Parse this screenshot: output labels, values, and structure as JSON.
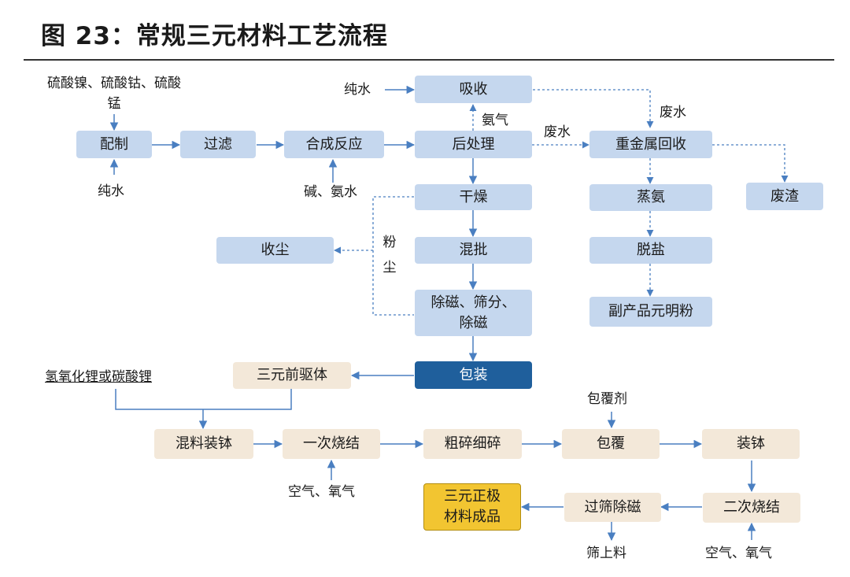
{
  "title": "图 23：常规三元材料工艺流程",
  "boxes": {
    "peizhi": "配制",
    "guolv": "过滤",
    "hecheng": "合成反应",
    "xishou": "吸收",
    "houchuli": "后处理",
    "zhongjinshu": "重金属回收",
    "feizha": "废渣",
    "ganzao": "干燥",
    "zhengan": "蒸氨",
    "shouchen": "收尘",
    "hunpi": "混批",
    "tuoyan": "脱盐",
    "chuci": "除磁、筛分、除磁",
    "fuchanpin": "副产品元明粉",
    "sanyuan_qianquti": "三元前驱体",
    "baozhuang": "包装",
    "hunliao": "混料装钵",
    "yici": "一次烧结",
    "cusui": "粗碎细碎",
    "baofu": "包覆",
    "zhuangbo": "装钵",
    "guoshai": "过筛除磁",
    "erci": "二次烧结",
    "chengpin": "三元正极材料成品"
  },
  "labels": {
    "raw_material": "硫酸镍、硫酸钴、硫酸锰",
    "chunshui_left": "纯水",
    "chunshui_top": "纯水",
    "jian_anshui": "碱、氨水",
    "anqi": "氨气",
    "feishui_mid": "废水",
    "feishui_right": "废水",
    "fenchen": "粉尘",
    "lithium_source": "氢氧化锂或碳酸锂",
    "baofuji": "包覆剂",
    "kongqi_1": "空气、氧气",
    "shaishangliao": "筛上料",
    "kongqi_2": "空气、氧气"
  },
  "colors": {
    "process_box": "#c5d7ee",
    "sintering_box": "#f3e8d9",
    "package_box": "#1f5f9c",
    "product_box": "#f2c531",
    "arrow": "#4a7fc1"
  }
}
